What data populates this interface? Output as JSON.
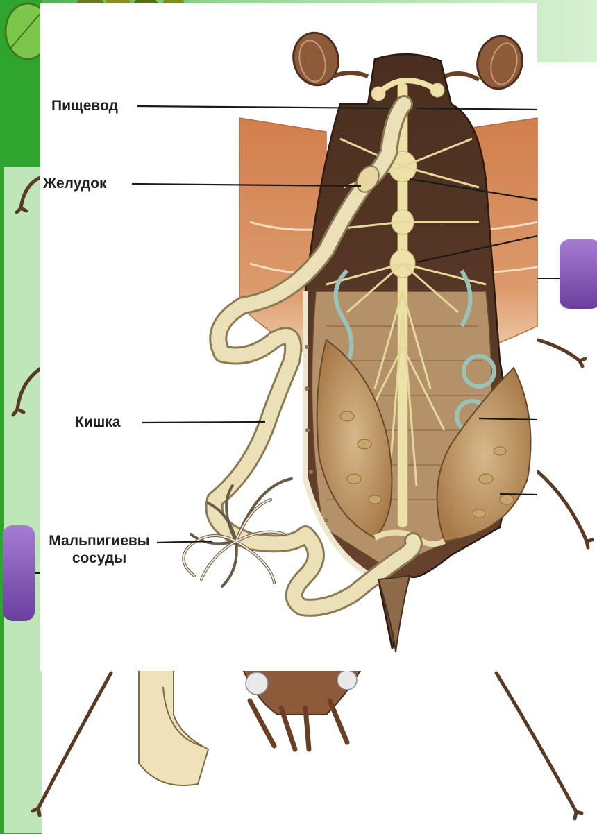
{
  "diagram": {
    "labels": {
      "esophagus": "Пищевод",
      "stomach": "Желудок",
      "intestine": "Кишка",
      "malpighian_line1": "Мальпигиевы",
      "malpighian_line2": "сосуды"
    }
  },
  "colors": {
    "slide_green": "#1d9e1d",
    "slide_green_light": "#a8dca0",
    "purple_box": "#7d4fb0",
    "purple_box_light": "#a57cd4",
    "wing_orange": "#d78a58",
    "gut_cream": "#e8ddb0",
    "body_brown": "#5b3b28",
    "abdomen_brown": "#b08d62"
  }
}
